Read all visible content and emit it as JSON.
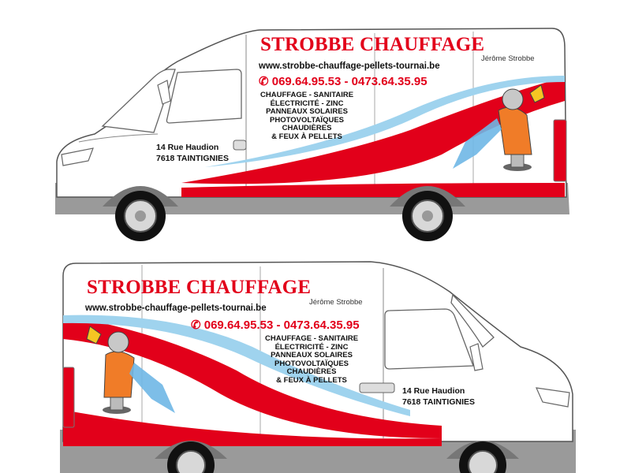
{
  "vans": [
    {
      "company": "STROBBE CHAUFFAGE",
      "owner": "Jérôme Strobbe",
      "website": "www.strobbe-chauffage-pellets-tournai.be",
      "phone_icon": "phone-icon",
      "phones": "069.64.95.53 - 0473.64.35.95",
      "services": [
        "CHAUFFAGE - SANITAIRE",
        "ÉLECTRICITÉ - ZINC",
        "PANNEAUX SOLAIRES",
        "PHOTOVOLTAÏQUES",
        "CHAUDIÈRES",
        "& FEUX À PELLETS"
      ],
      "address": [
        "14 Rue Haudion",
        "7618 TAINTIGNIES"
      ]
    },
    {
      "company": "STROBBE CHAUFFAGE",
      "owner": "Jérôme Strobbe",
      "website": "www.strobbe-chauffage-pellets-tournai.be",
      "phone_icon": "phone-icon",
      "phones": "069.64.95.53 - 0473.64.35.95",
      "services": [
        "CHAUFFAGE - SANITAIRE",
        "ÉLECTRICITÉ - ZINC",
        "PANNEAUX SOLAIRES",
        "PHOTOVOLTAÏQUES",
        "CHAUDIÈRES",
        "& FEUX À PELLETS"
      ],
      "address": [
        "14 Rue Haudion",
        "7618 TAINTIGNIES"
      ]
    }
  ],
  "colors": {
    "brand_red": "#e2001a",
    "swoosh_blue": "#9fd3ee",
    "body_white": "#ffffff",
    "bumper_grey": "#8f8f8f"
  }
}
